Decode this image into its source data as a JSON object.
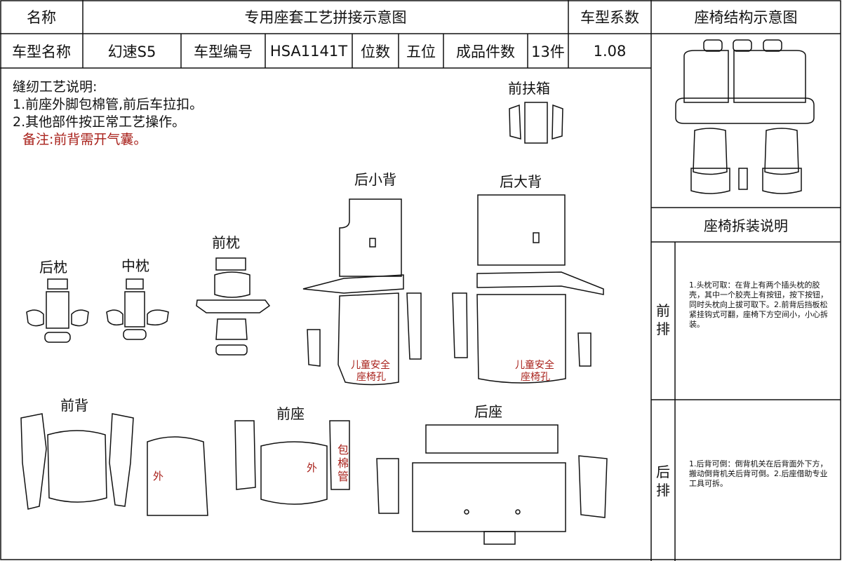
{
  "header": {
    "name_label": "名称",
    "title": "专用座套工艺拼接示意图",
    "coef_label": "车型系数",
    "struct_title": "座椅结构示意图",
    "model_name_label": "车型名称",
    "model_name": "幻速S5",
    "model_code_label": "车型编号",
    "model_code": "HSA1141T",
    "seats_label": "位数",
    "seats_value": "五位",
    "pieces_label": "成品件数",
    "pieces_value": "13件",
    "coef_value": "1.08"
  },
  "notes": {
    "title": "缝纫工艺说明:",
    "line1": "1.前座外脚包棉管,前后车拉扣。",
    "line2": "2.其他部件按正常工艺操作。",
    "remark": "备注:前背需开气囊。"
  },
  "parts": {
    "front_armrest": "前扶箱",
    "rear_small_back": "后小背",
    "rear_big_back": "后大背",
    "front_headrest": "前枕",
    "rear_headrest": "后枕",
    "mid_headrest": "中枕",
    "front_back": "前背",
    "front_seat": "前座",
    "rear_seat": "后座",
    "child_seat_hole_1": "儿童安全",
    "child_seat_hole_2": "座椅孔",
    "outer": "外",
    "cotton_pipe": "包棉管"
  },
  "sidebar": {
    "disassembly_title": "座椅拆装说明",
    "front_row": "前排",
    "front_text": "1.头枕可取：在背上有两个插头枕的胶壳，其中一个胶壳上有按钮，按下按钮，同时头枕向上拔可取下。2.前背后挡板松紧挂钩式可翻，座椅下方空间小，小心拆装。",
    "rear_row": "后排",
    "rear_text": "1.后背可倒：倒背机关在后背面外下方，搬动倒背机关后背可倒。2.后座借助专业工具可拆。"
  },
  "colors": {
    "line": "#111111",
    "label_red": "#a8201a"
  }
}
